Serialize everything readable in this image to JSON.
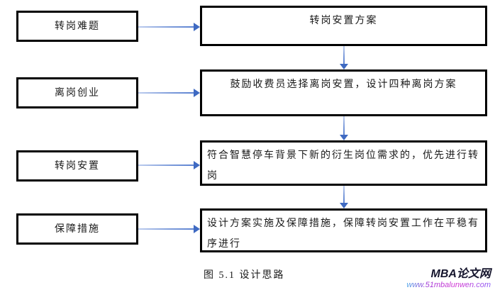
{
  "diagram": {
    "rows": [
      {
        "left": "转岗难题",
        "right": "转岗安置方案"
      },
      {
        "left": "离岗创业",
        "right": "鼓励收费员选择离岗安置，设计四种离岗方案"
      },
      {
        "left": "转岗安置",
        "right": "符合智慧停车背景下新的衍生岗位需求的，优先进行转岗"
      },
      {
        "left": "保障措施",
        "right": "设计方案实施及保障措施，保障转岗安置工作在平稳有序进行"
      }
    ],
    "caption": "图 5.1 设计思路",
    "arrow_color": "#4472c4",
    "box_border_color": "#000000"
  },
  "watermark": {
    "site_name": "MBA论文网",
    "site_url": "www.51mbalunwen.com",
    "name_color": "#15152d",
    "url_gradient": [
      "#4aa8e8",
      "#d233d2",
      "#8b5cf6"
    ]
  }
}
